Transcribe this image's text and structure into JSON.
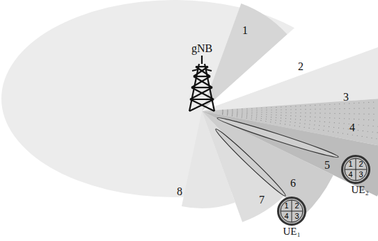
{
  "diagram": {
    "nodes": [
      {
        "text": [
          "UE₁"
        ]
      },
      {
        "text": [
          "1"
        ],
        "in": 0
      },
      {
        "text": [
          "2"
        ],
        "in": 0
      },
      {
        "text": [
          "4"
        ],
        "in": 0
      },
      {
        "text": [
          "3"
        ],
        "in": 0
      },
      {
        "text": [
          "UE₂"
        ]
      },
      {
        "text": [
          "1"
        ],
        "in": 5
      },
      {
        "text": [
          "2"
        ],
        "in": 5
      },
      {
        "text": [
          "4"
        ],
        "in": 5
      },
      {
        "text": [
          "3"
        ],
        "in": 5
      }
    ],
    "labels": [
      "gNB",
      "1",
      "2",
      "3",
      "4",
      "5",
      "6",
      "7",
      "8"
    ]
  }
}
